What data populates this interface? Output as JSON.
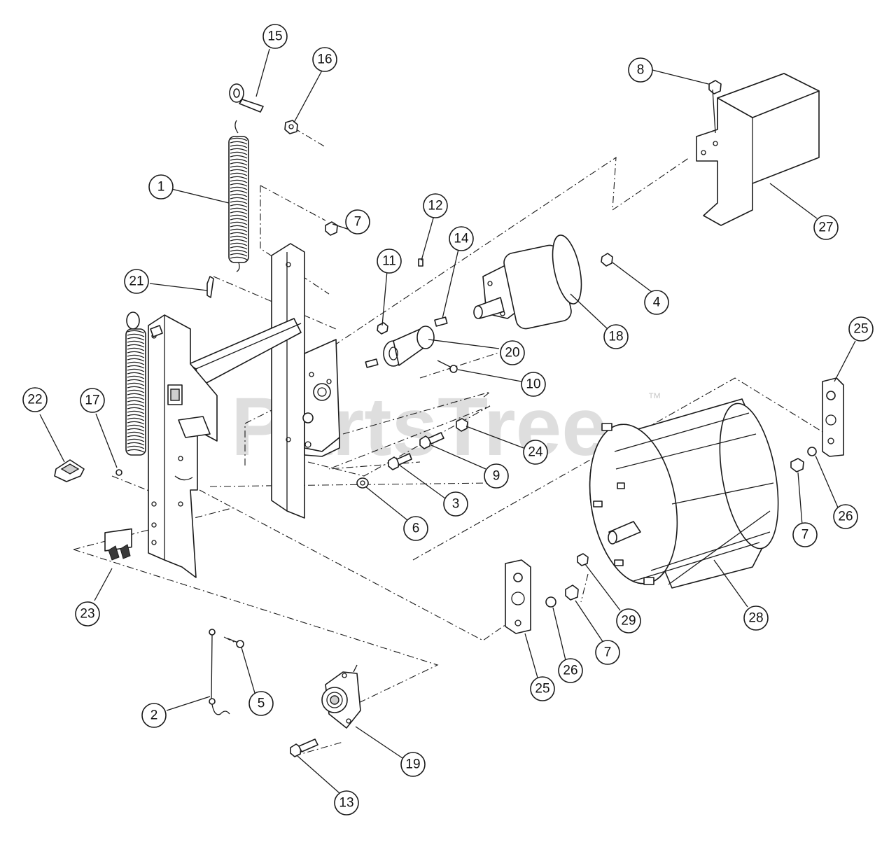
{
  "watermark": {
    "brand": "PartsTree",
    "trademark": "™"
  },
  "callouts": [
    {
      "id": "c15",
      "label": "15"
    },
    {
      "id": "c16",
      "label": "16"
    },
    {
      "id": "c8",
      "label": "8"
    },
    {
      "id": "c1",
      "label": "1"
    },
    {
      "id": "c7a",
      "label": "7"
    },
    {
      "id": "c12",
      "label": "12"
    },
    {
      "id": "c14",
      "label": "14"
    },
    {
      "id": "c11",
      "label": "11"
    },
    {
      "id": "c4",
      "label": "4"
    },
    {
      "id": "c27",
      "label": "27"
    },
    {
      "id": "c21",
      "label": "21"
    },
    {
      "id": "c18",
      "label": "18"
    },
    {
      "id": "c20",
      "label": "20"
    },
    {
      "id": "c10",
      "label": "10"
    },
    {
      "id": "c25a",
      "label": "25"
    },
    {
      "id": "c22",
      "label": "22"
    },
    {
      "id": "c17",
      "label": "17"
    },
    {
      "id": "c24",
      "label": "24"
    },
    {
      "id": "c9",
      "label": "9"
    },
    {
      "id": "c3",
      "label": "3"
    },
    {
      "id": "c6",
      "label": "6"
    },
    {
      "id": "c26a",
      "label": "26"
    },
    {
      "id": "c7b",
      "label": "7"
    },
    {
      "id": "c23",
      "label": "23"
    },
    {
      "id": "c28",
      "label": "28"
    },
    {
      "id": "c29",
      "label": "29"
    },
    {
      "id": "c7c",
      "label": "7"
    },
    {
      "id": "c26b",
      "label": "26"
    },
    {
      "id": "c25b",
      "label": "25"
    },
    {
      "id": "c2",
      "label": "2"
    },
    {
      "id": "c5",
      "label": "5"
    },
    {
      "id": "c19",
      "label": "19"
    },
    {
      "id": "c13",
      "label": "13"
    }
  ]
}
